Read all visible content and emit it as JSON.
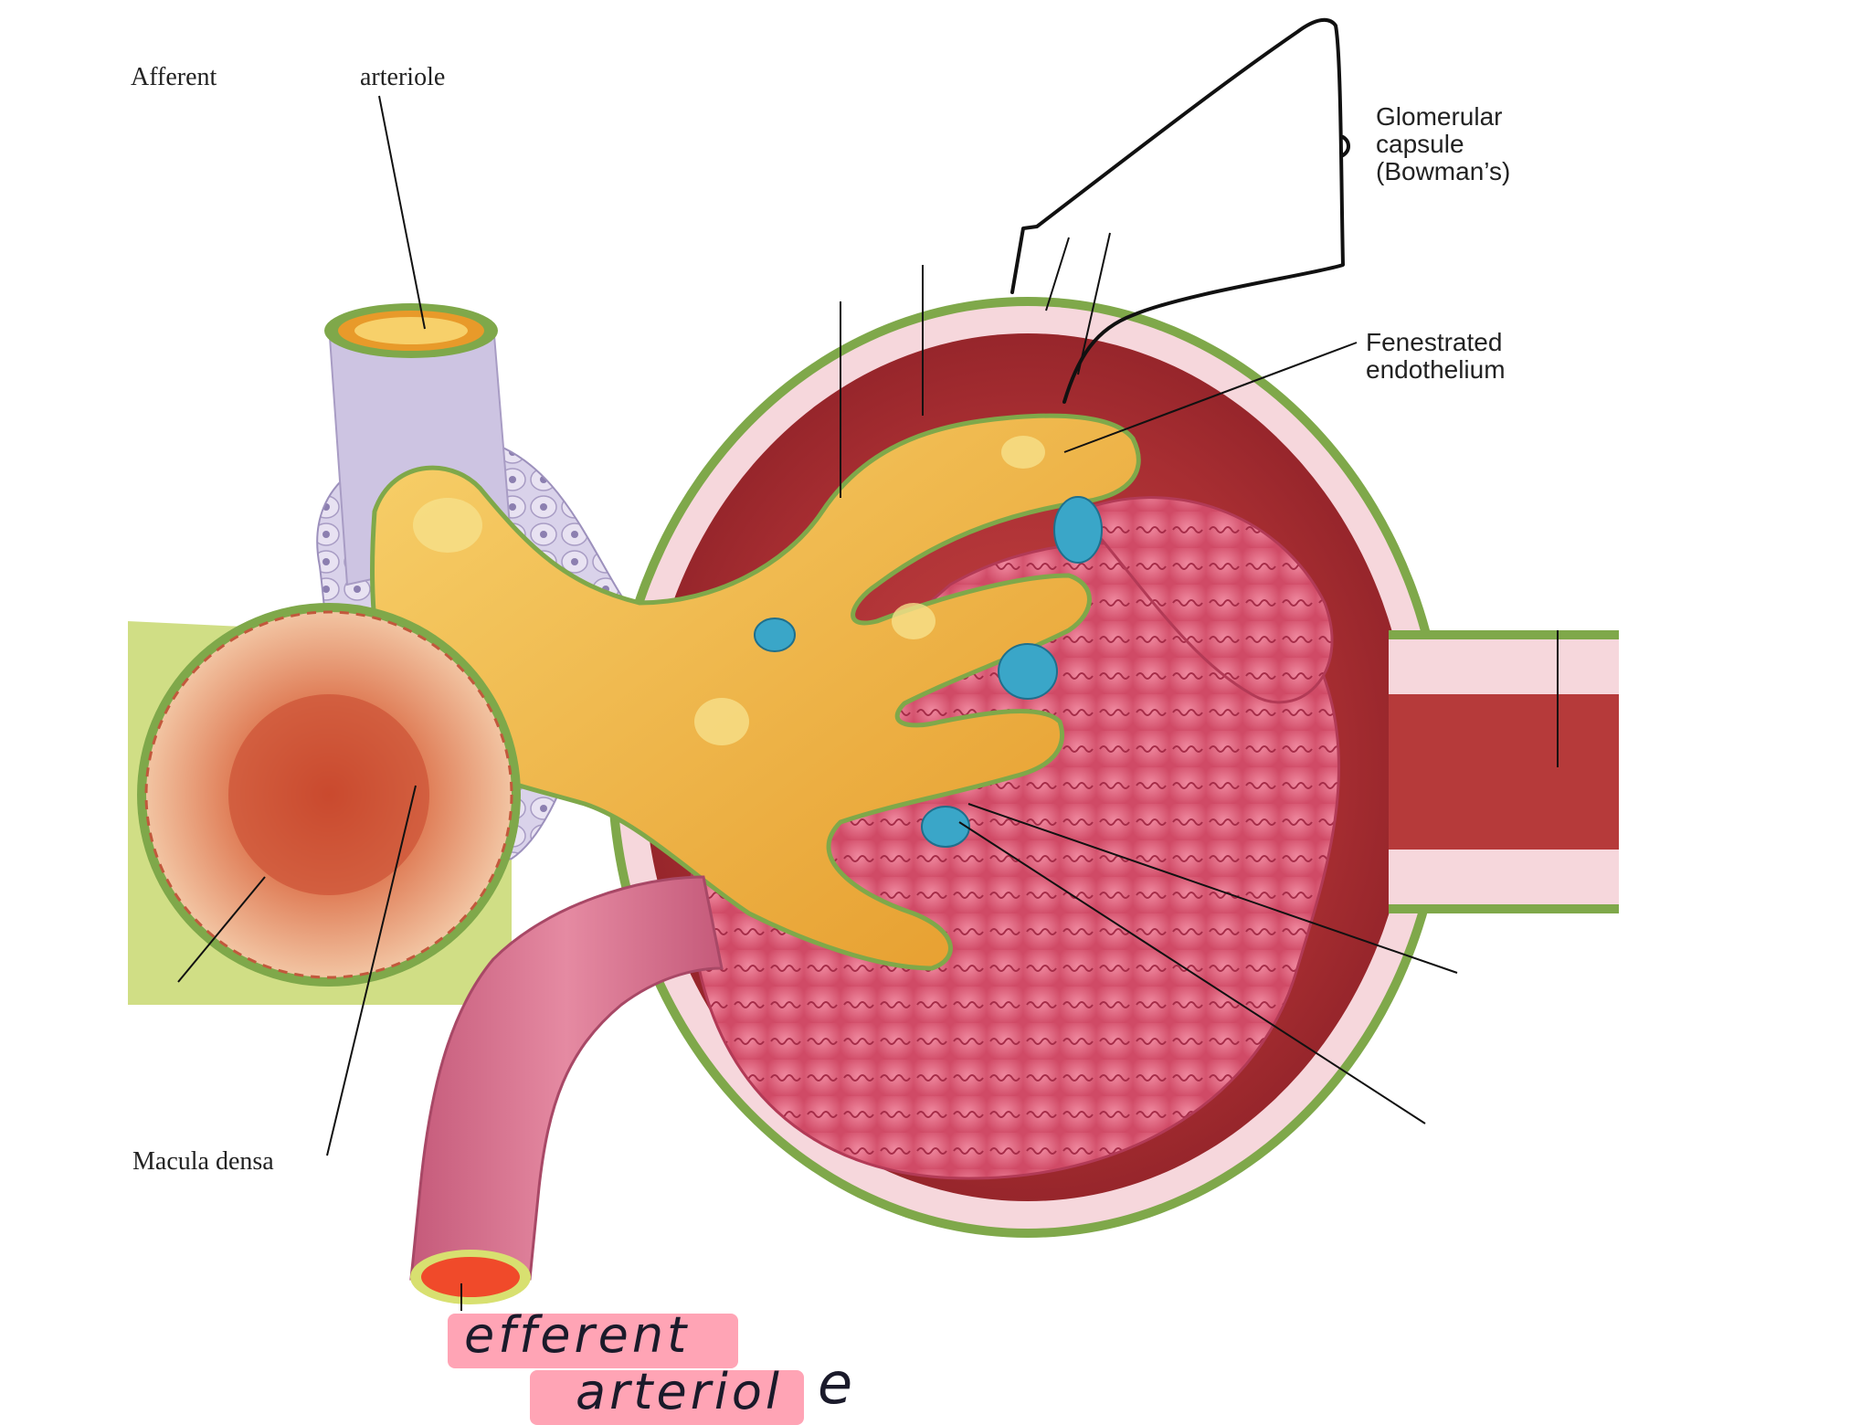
{
  "labels": {
    "afferent_left": "Afferent",
    "afferent_right": "arteriole",
    "glomerular_capsule": [
      "Glomerular",
      "capsule",
      "(Bowman’s)"
    ],
    "fenestrated": [
      "Fenestrated",
      "endothelium"
    ],
    "macula_densa": "Macula densa"
  },
  "handwritten": {
    "line1": "efferent",
    "line2_a": "arteriol",
    "line2_b": "e"
  },
  "colors": {
    "capsule_red": "#b63a3a",
    "capsule_border": "#7fa84a",
    "capillary_yellow": "#f2b63a",
    "glomerulus_pink": "#e2607a",
    "macula_orange": "#d86a4a",
    "cell_lavender": "#c8bedf",
    "highlight_pink": "#ff5a78",
    "blue_cells": "#3aa6c8",
    "tube_green": "#c8d870"
  }
}
